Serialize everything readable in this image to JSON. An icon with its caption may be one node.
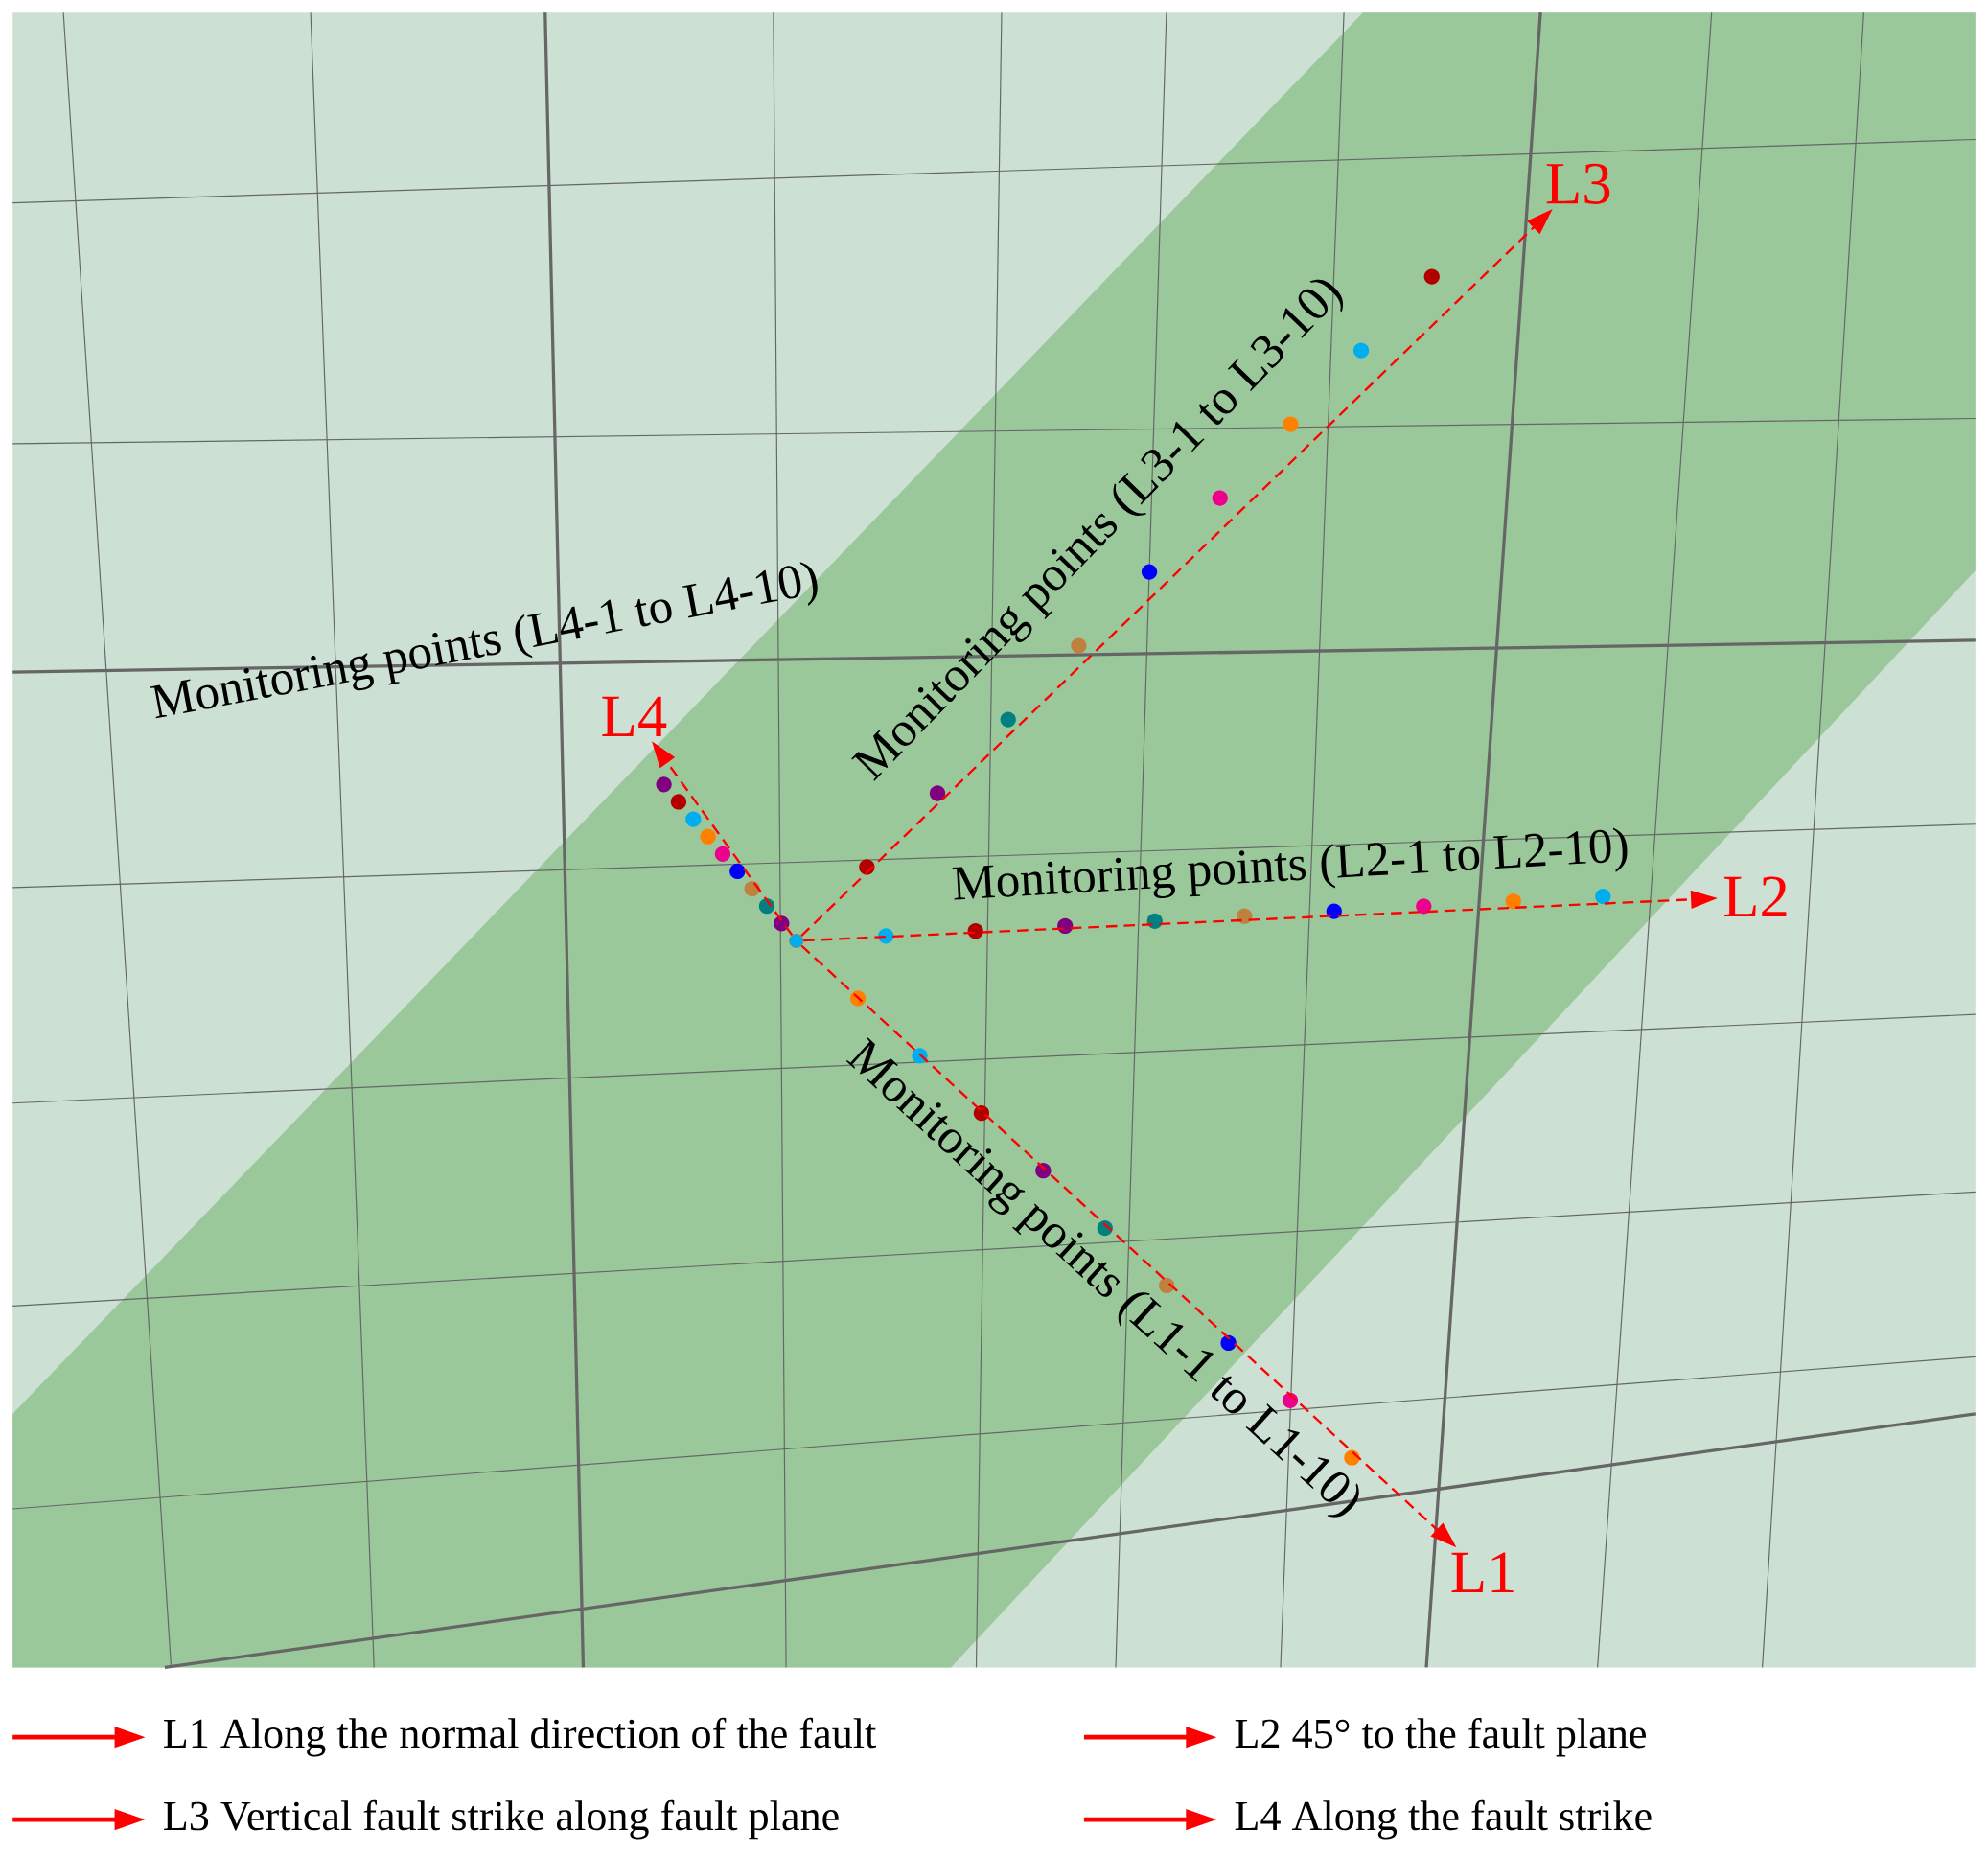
{
  "diagram": {
    "nodes": [
      {
        "text": [],
        "shape": "circle"
      },
      {
        "text": [
          "L1"
        ]
      },
      {
        "text": [
          "L2"
        ]
      },
      {
        "text": [
          "L3"
        ]
      },
      {
        "text": [
          "L4"
        ]
      }
    ],
    "edges": [
      {
        "from": 0,
        "to": 1,
        "arrow": "to",
        "style": "dashed",
        "label": "Monitoring points (L1-1 to L1-10)"
      },
      {
        "from": 0,
        "to": 2,
        "arrow": "to",
        "style": "dashed",
        "label": "Monitoring points (L2-1 to L2-10)"
      },
      {
        "from": 0,
        "to": 3,
        "arrow": "to",
        "style": "dashed",
        "label": "Monitoring points (L3-1 to L3-10)"
      },
      {
        "from": 0,
        "to": 4,
        "arrow": "to",
        "style": "dashed",
        "label": "Monitoring points (L4-1 to L4-10)"
      }
    ],
    "legend": [
      {
        "text": "L1 Along the normal direction of the fault"
      },
      {
        "text": "L2 45° to the fault plane"
      },
      {
        "text": "L3 Vertical fault strike along fault plane"
      },
      {
        "text": "L4 Along the fault strike"
      }
    ]
  }
}
